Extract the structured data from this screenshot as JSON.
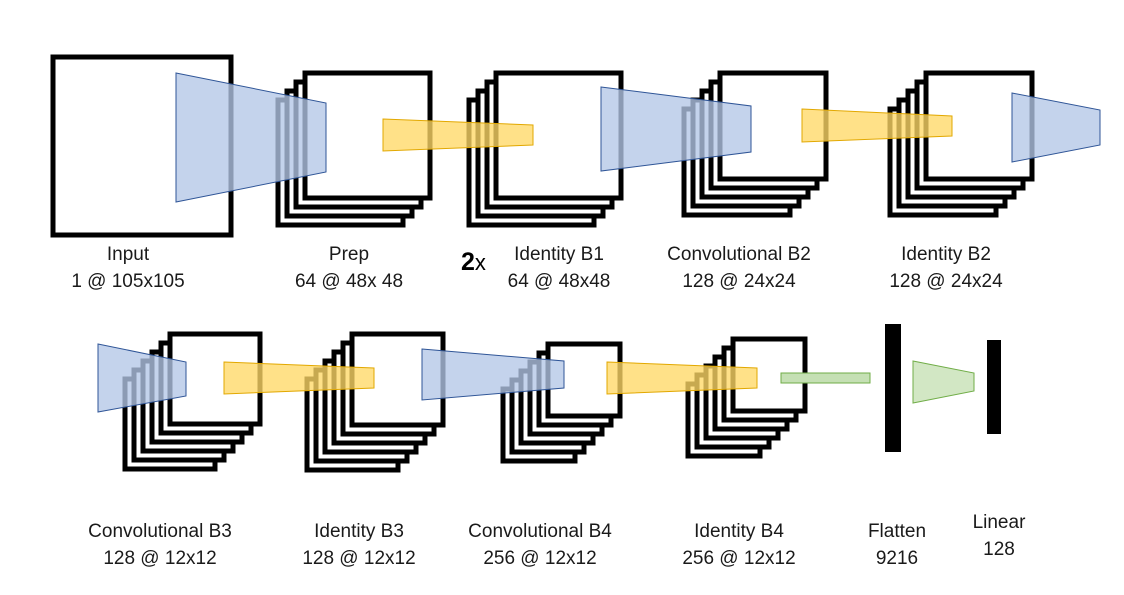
{
  "colors": {
    "stroke": "#000000",
    "blue_fill": "#b4c7e7",
    "blue_stroke": "#2f5597",
    "yellow_fill": "#ffd966",
    "yellow_stroke": "#e2a800",
    "green_fill": "#c5e0b4",
    "green_stroke": "#70ad47"
  },
  "repeat": {
    "count": "2",
    "suffix": "x"
  },
  "layers": [
    {
      "name": "Input",
      "dims": "1 @ 105x105"
    },
    {
      "name": "Prep",
      "dims": "64 @ 48x 48"
    },
    {
      "name": "Identity B1",
      "dims": "64 @ 48x48"
    },
    {
      "name": "Convolutional B2",
      "dims": "128 @ 24x24"
    },
    {
      "name": "Identity B2",
      "dims": "128 @ 24x24"
    },
    {
      "name": "Convolutional B3",
      "dims": "128 @ 12x12"
    },
    {
      "name": "Identity B3",
      "dims": "128 @ 12x12"
    },
    {
      "name": "Convolutional B4",
      "dims": "256 @ 12x12"
    },
    {
      "name": "Identity B4",
      "dims": "256 @ 12x12"
    },
    {
      "name": "Flatten",
      "dims": "9216"
    },
    {
      "name": "Linear",
      "dims": "128"
    }
  ]
}
